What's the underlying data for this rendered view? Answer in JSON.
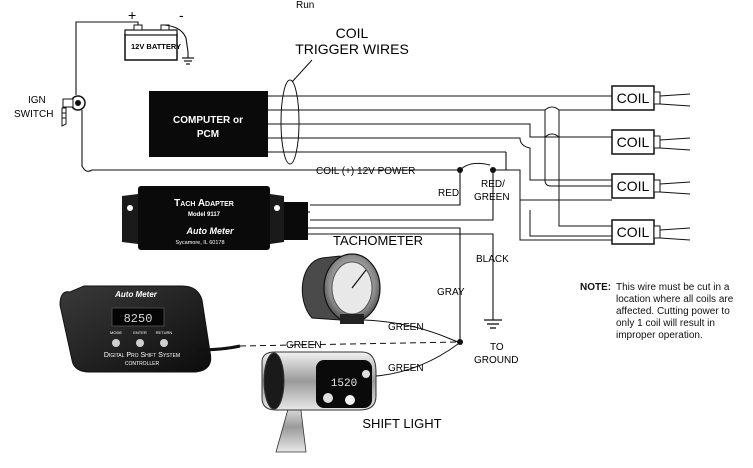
{
  "header_fragment": "Run",
  "labels": {
    "battery": "12V BATTERY",
    "plus": "+",
    "minus": "-",
    "ign_switch_line1": "IGN",
    "ign_switch_line2": "SWITCH",
    "coil_trigger_line1": "COIL",
    "coil_trigger_line2": "TRIGGER WIRES",
    "computer_line1": "COMPUTER or",
    "computer_line2": "PCM",
    "coil_power": "COIL (+) 12V  POWER",
    "red": "RED",
    "red_green_line1": "RED/",
    "red_green_line2": "GREEN",
    "black": "BLACK",
    "gray": "GRAY",
    "green_tach": "GREEN",
    "green_controller": "GREEN",
    "green_shift": "GREEN",
    "to_ground_line1": "TO",
    "to_ground_line2": "GROUND",
    "tachometer": "TACHOMETER",
    "shift_light": "SHIFT LIGHT",
    "coils": [
      "COIL",
      "COIL",
      "COIL",
      "COIL"
    ]
  },
  "tach_adapter": {
    "title": "Tach Adapter",
    "model": "Model 9117",
    "brand": "Auto Meter",
    "location": "Sycamore, IL  60178"
  },
  "controller": {
    "brand": "Auto Meter",
    "display": "8250",
    "buttons": [
      "MODE",
      "ENTER",
      "RETURN"
    ],
    "name_line1": "Digital Pro Shift System",
    "name_line2": "CONTROLLER"
  },
  "shift_light_display": "1520",
  "note": {
    "key": "NOTE:",
    "text": "This wire must be cut in a location where all coils are affected. Cutting power to only 1 coil will result in improper operation."
  }
}
